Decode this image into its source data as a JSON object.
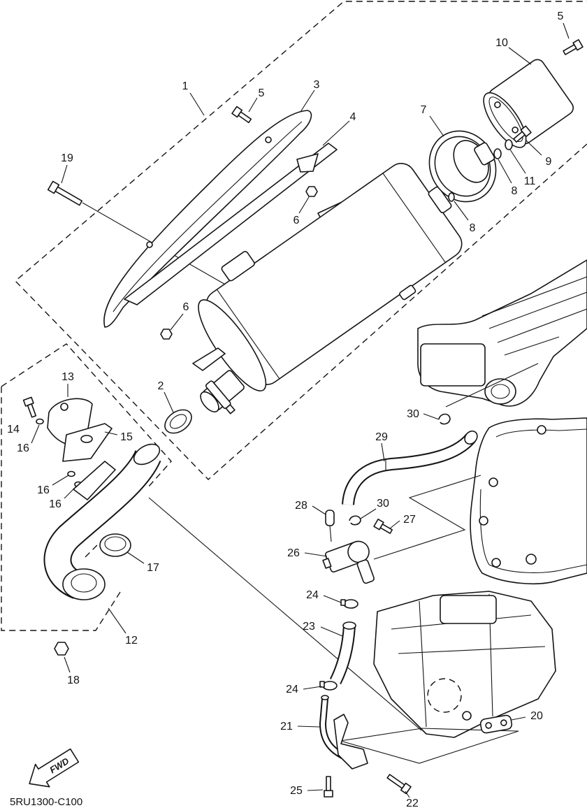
{
  "diagram": {
    "catalog_code": "5RU1300-C100",
    "direction_label": "FWD",
    "callouts": [
      "1",
      "2",
      "3",
      "4",
      "5",
      "5",
      "6",
      "6",
      "7",
      "8",
      "8",
      "9",
      "10",
      "11",
      "12",
      "13",
      "14",
      "15",
      "16",
      "16",
      "16",
      "17",
      "18",
      "19",
      "20",
      "21",
      "22",
      "23",
      "24",
      "24",
      "25",
      "26",
      "27",
      "28",
      "29",
      "30",
      "30"
    ]
  }
}
